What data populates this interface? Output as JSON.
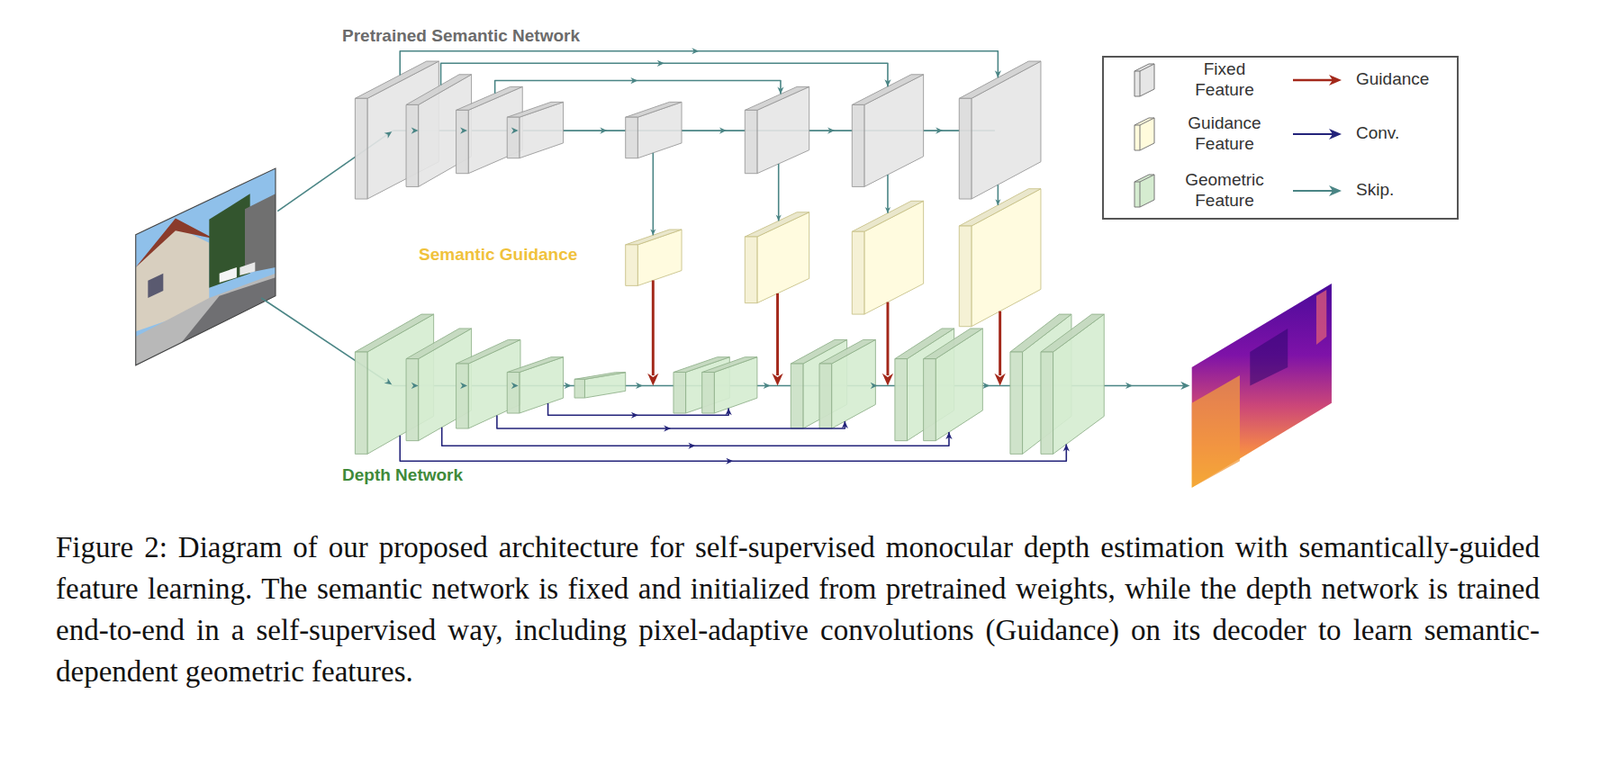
{
  "diagram": {
    "caption": "Figure 2: Diagram of our proposed architecture for self-supervised monocular depth estimation with semantically-guided feature learning. The semantic network is fixed and initialized from pretrained weights, while the depth network is trained end-to-end in a self-supervised way, including pixel-adaptive convolutions (Guidance) on its decoder to learn semantic-dependent geometric features.",
    "labels": [
      "Pretrained Semantic Network",
      "Semantic Guidance",
      "Depth Network"
    ],
    "legend": [
      {
        "text": "Fixed Feature",
        "color": "#e6e6e6"
      },
      {
        "text": "Guidance Feature",
        "color": "#fffbdc"
      },
      {
        "text": "Geometric Feature",
        "color": "#d5ecd0"
      },
      {
        "text": "Guidance"
      },
      {
        "text": "Conv."
      },
      {
        "text": "Skip."
      }
    ]
  }
}
